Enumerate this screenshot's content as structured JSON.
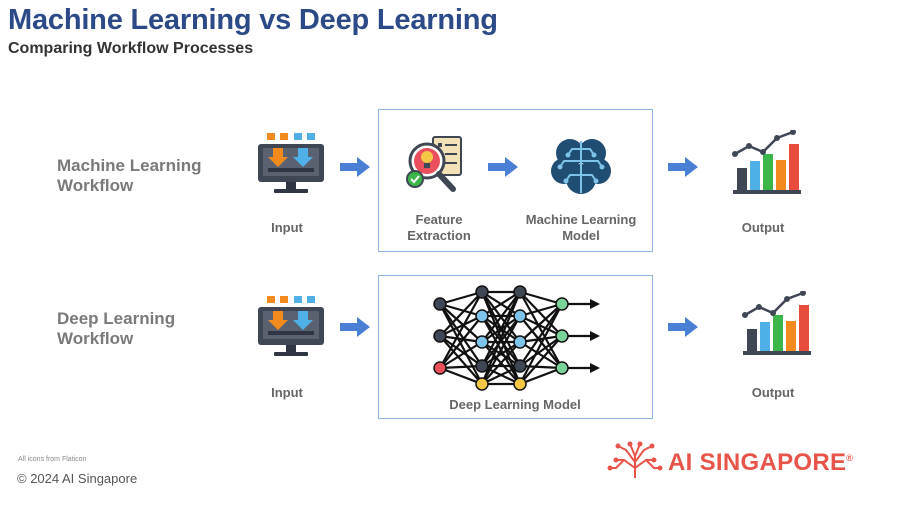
{
  "header": {
    "title": "Machine Learning vs Deep Learning",
    "subtitle": "Comparing Workflow Processes"
  },
  "ml_row": {
    "label_line1": "Machine Learning",
    "label_line2": "Workflow",
    "input_label": "Input",
    "feature_line1": "Feature",
    "feature_line2": "Extraction",
    "model_line1": "Machine Learning",
    "model_line2": "Model",
    "output_label": "Output"
  },
  "dl_row": {
    "label_line1": "Deep Learning",
    "label_line2": "Workflow",
    "input_label": "Input",
    "model_label": "Deep Learning Model",
    "output_label": "Output"
  },
  "footer": {
    "icons_credit": "All icons from Flaticon",
    "copyright": "© 2024 AI Singapore",
    "brand": "AI SINGAPORE",
    "brand_mark": "®"
  },
  "icons": {
    "input": "monitor-download-icon",
    "feature": "magnifier-bulb-checklist-icon",
    "ml_model": "brain-circuit-icon",
    "dl_model": "neural-network-icon",
    "output": "bar-chart-growth-icon",
    "arrow": "right-arrow-icon",
    "logo": "circuit-tree-logo-icon"
  },
  "colors": {
    "title": "#2c4a87",
    "arrow": "#4a7fd6",
    "box_border": "#8fb4e3",
    "brand": "#e8534a"
  }
}
